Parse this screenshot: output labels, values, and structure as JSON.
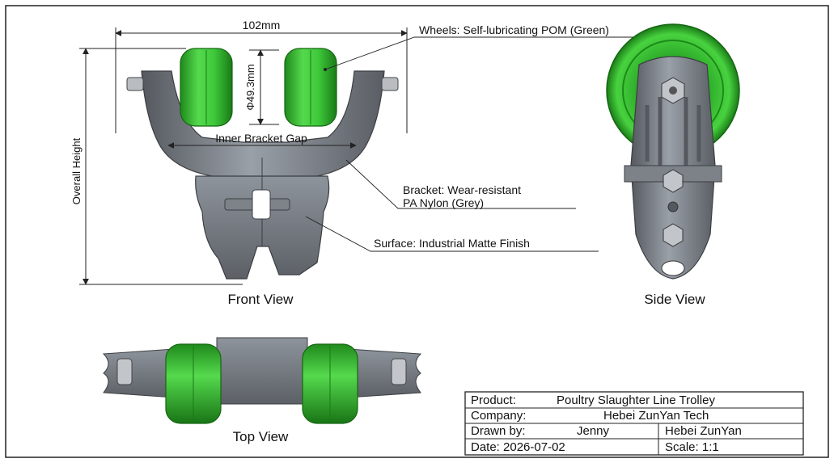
{
  "colors": {
    "wheel_green": "#3ec93a",
    "wheel_green_dark": "#1f8a1c",
    "bracket_grey": "#6f737a",
    "bracket_grey_light": "#9aa0a8",
    "frame": "#222222"
  },
  "front_view": {
    "label": "Front View",
    "dim_width": "102mm",
    "dim_diameter": "Φ49.3mm",
    "dim_inner_gap": "Inner Bracket Gap",
    "dim_overall_height": "Overall Height"
  },
  "callouts": {
    "wheels": "Wheels: Self-lubricating POM (Green)",
    "bracket_line1": "Bracket: Wear-resistant",
    "bracket_line2": "PA Nylon (Grey)",
    "surface": "Surface: Industrial Matte Finish"
  },
  "side_view": {
    "label": "Side View"
  },
  "top_view": {
    "label": "Top View"
  },
  "title_block": {
    "product_label": "Product:",
    "product_value": "Poultry Slaughter Line Trolley",
    "company_label": "Company:",
    "company_value": "Hebei ZunYan Tech",
    "drawn_label": "Drawn by:",
    "drawn_value": "Jenny",
    "drawn_org": "Hebei ZunYan",
    "date_text": "Date: 2026-07-02",
    "scale_text": "Scale: 1:1"
  }
}
